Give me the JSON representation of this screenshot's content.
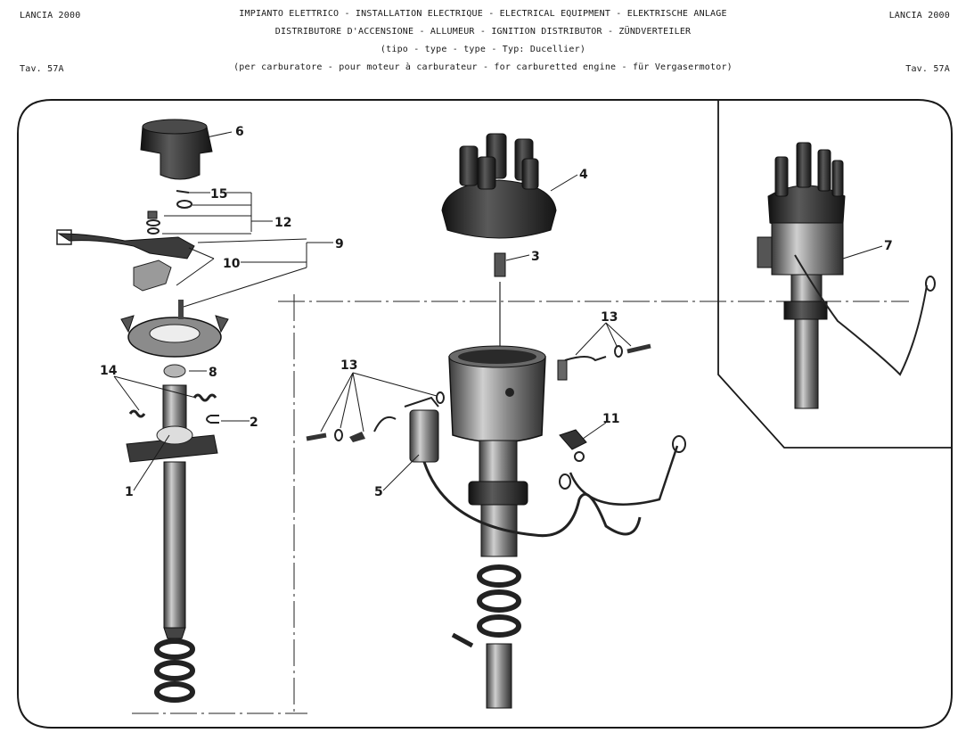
{
  "header": {
    "model_left": "LANCIA 2000",
    "model_right": "LANCIA 2000",
    "line1": "IMPIANTO ELETTRICO  -  INSTALLATION ELECTRIQUE  -  ELECTRICAL EQUIPMENT  -  ELEKTRISCHE ANLAGE",
    "line2": "DISTRIBUTORE D'ACCENSIONE  -  ALLUMEUR  -  IGNITION DISTRIBUTOR  -  ZÜNDVERTEILER",
    "line3": "(tipo  -  type  -  type  -  Typ: Ducellier)",
    "line4": "(per carburatore  -  pour moteur à carburateur  -  for carburetted engine  -  für Vergasermotor)",
    "table_left": "Tav. 57A",
    "table_right": "Tav. 57A"
  },
  "callouts": {
    "c1": "1",
    "c2": "2",
    "c3": "3",
    "c4": "4",
    "c5": "5",
    "c6": "6",
    "c7": "7",
    "c8": "8",
    "c9": "9",
    "c10": "10",
    "c11": "11",
    "c12": "12",
    "c13a": "13",
    "c13b": "13",
    "c14": "14",
    "c15": "15"
  }
}
